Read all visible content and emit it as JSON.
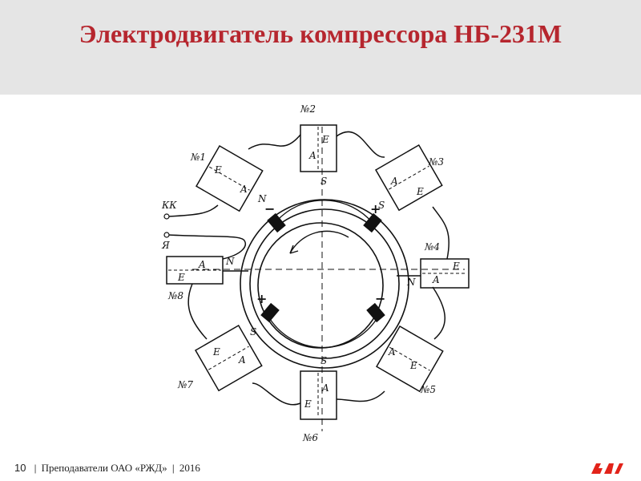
{
  "title": "Электродвигатель компрессора  НБ-231М",
  "footer": {
    "page_number": "10",
    "organization": "Преподаватели ОАО «РЖД»",
    "year": "2016"
  },
  "logo": {
    "text": "ржд",
    "color": "#e2231a"
  },
  "diagram": {
    "poles": [
      {
        "number": "№2",
        "winding_a": "A",
        "winding_e": "E"
      },
      {
        "number": "№3",
        "winding_a": "A",
        "winding_e": "E"
      },
      {
        "number": "№4",
        "winding_a": "A",
        "winding_e": "E"
      },
      {
        "number": "№5",
        "winding_a": "A",
        "winding_e": "E"
      },
      {
        "number": "№6",
        "winding_a": "A",
        "winding_e": "E"
      },
      {
        "number": "№7",
        "winding_a": "A",
        "winding_e": "E"
      },
      {
        "number": "№8",
        "winding_a": "A",
        "winding_e": "E"
      },
      {
        "number": "№1",
        "winding_a": "A",
        "winding_e": "E"
      }
    ],
    "terminals": [
      "КК",
      "Я"
    ],
    "magnet_labels": {
      "s_top": "S",
      "n_left": "N",
      "n_right": "N",
      "s_bottom": "S",
      "n_upper_left": "N",
      "s_upper_right": "S",
      "s_lower_left": "S"
    },
    "brush_signs": {
      "top_left": "−",
      "top_right": "+",
      "bottom_left": "+",
      "bottom_right": "−"
    }
  }
}
